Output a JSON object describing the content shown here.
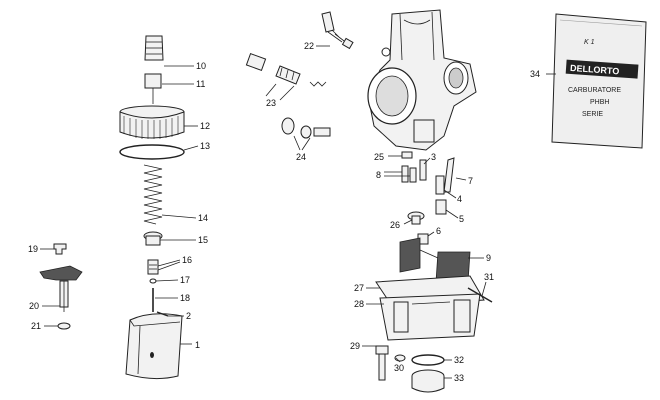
{
  "bag": {
    "brand": "DELLORTO",
    "handwriting": "K 1",
    "lines": [
      "CARBURATORE",
      "PHBH",
      "SERIE"
    ]
  },
  "labels": [
    {
      "id": "1",
      "text": "1"
    },
    {
      "id": "2",
      "text": "2"
    },
    {
      "id": "3",
      "text": "3"
    },
    {
      "id": "4",
      "text": "4"
    },
    {
      "id": "5",
      "text": "5"
    },
    {
      "id": "6",
      "text": "6"
    },
    {
      "id": "7",
      "text": "7"
    },
    {
      "id": "8",
      "text": "8"
    },
    {
      "id": "9",
      "text": "9"
    },
    {
      "id": "10",
      "text": "10"
    },
    {
      "id": "11",
      "text": "11"
    },
    {
      "id": "12",
      "text": "12"
    },
    {
      "id": "13",
      "text": "13"
    },
    {
      "id": "14",
      "text": "14"
    },
    {
      "id": "15",
      "text": "15"
    },
    {
      "id": "16",
      "text": "16"
    },
    {
      "id": "17",
      "text": "17"
    },
    {
      "id": "18",
      "text": "18"
    },
    {
      "id": "19",
      "text": "19"
    },
    {
      "id": "20",
      "text": "20"
    },
    {
      "id": "21",
      "text": "21"
    },
    {
      "id": "22",
      "text": "22"
    },
    {
      "id": "23",
      "text": "23"
    },
    {
      "id": "24",
      "text": "24"
    },
    {
      "id": "25",
      "text": "25"
    },
    {
      "id": "26",
      "text": "26"
    },
    {
      "id": "27",
      "text": "27"
    },
    {
      "id": "28",
      "text": "28"
    },
    {
      "id": "29",
      "text": "29"
    },
    {
      "id": "30",
      "text": "30"
    },
    {
      "id": "31",
      "text": "31"
    },
    {
      "id": "32",
      "text": "32"
    },
    {
      "id": "33",
      "text": "33"
    },
    {
      "id": "34",
      "text": "34"
    }
  ]
}
